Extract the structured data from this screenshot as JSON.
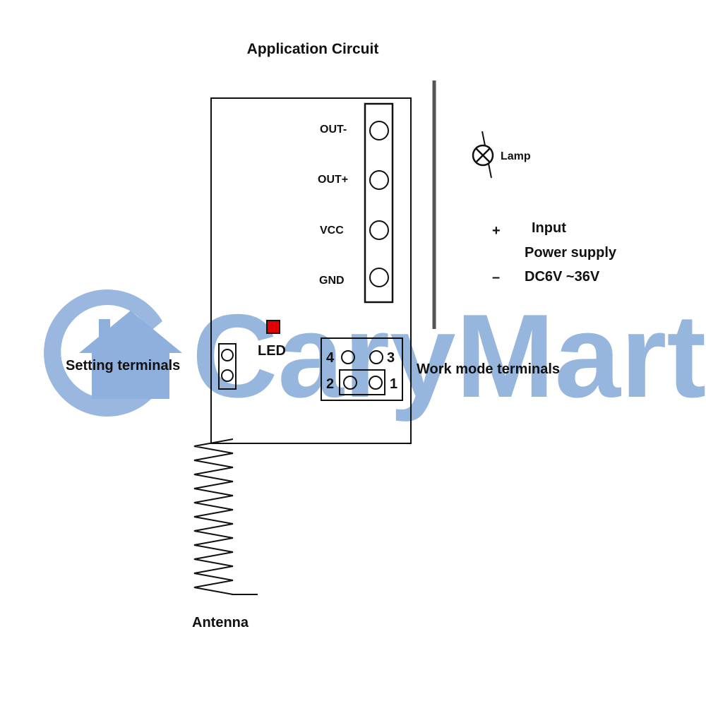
{
  "title": "Application Circuit",
  "watermark": {
    "text": "CaryMart",
    "color": "#8fb0dc"
  },
  "pins": [
    {
      "label": "OUT-"
    },
    {
      "label": "OUT+"
    },
    {
      "label": "VCC"
    },
    {
      "label": "GND"
    }
  ],
  "led": {
    "label": "LED",
    "color": "#e00000"
  },
  "setting_terminals": {
    "label": "Setting terminals"
  },
  "work_mode_terminals": {
    "label": "Work mode terminals",
    "pin_numbers": {
      "top_left": "4",
      "top_right": "3",
      "bottom_left": "2",
      "bottom_right": "1"
    }
  },
  "lamp": {
    "label": "Lamp"
  },
  "power_supply": {
    "plus_sign": "+",
    "minus_sign": "–",
    "line1": "Input",
    "line2": "Power supply",
    "line3": "DC6V ~36V"
  },
  "antenna": {
    "label": "Antenna"
  },
  "colors": {
    "stroke": "#111111",
    "rail": "#555555",
    "background": "#ffffff"
  }
}
